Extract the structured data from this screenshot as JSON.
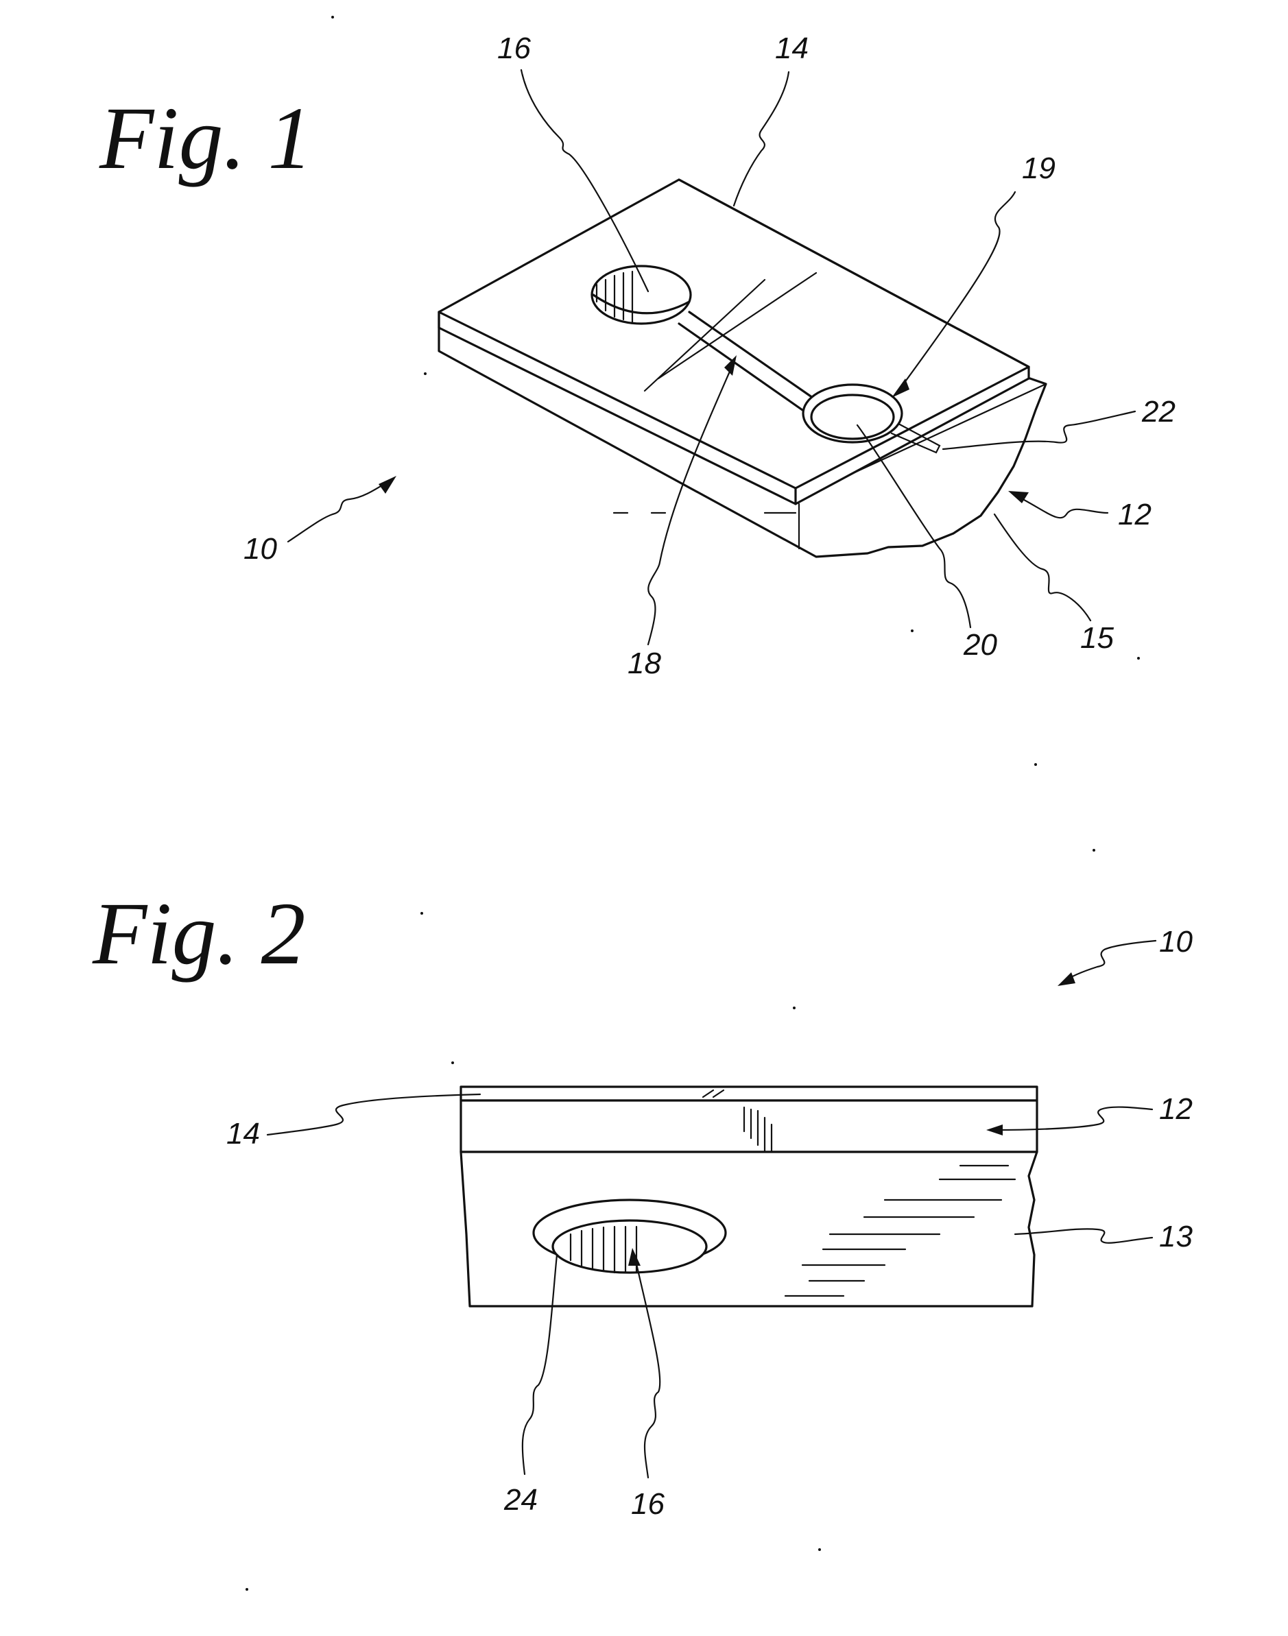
{
  "figure1": {
    "title": "Fig. 1",
    "labels": {
      "device": "10",
      "substrate": "12",
      "cover": "14",
      "substrate_face": "15",
      "inlet": "16",
      "channel": "18",
      "outlet_arrow": "19",
      "outlet": "20",
      "vent": "22"
    }
  },
  "figure2": {
    "title": "Fig. 2",
    "labels": {
      "device": "10",
      "substrate": "12",
      "bottom_face": "13",
      "cover": "14",
      "inlet": "16",
      "ring": "24"
    }
  },
  "colors": {
    "ink": "#111111",
    "paper": "#ffffff"
  }
}
